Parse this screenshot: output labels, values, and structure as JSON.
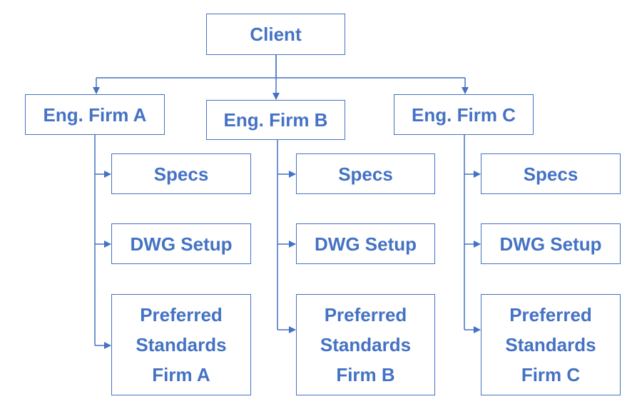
{
  "diagram": {
    "accent_color": "#4472C4",
    "client": {
      "label": "Client"
    },
    "firms": [
      {
        "label": "Eng. Firm A",
        "specs": "Specs",
        "dwg_setup": "DWG Setup",
        "standards": [
          "Preferred",
          "Standards",
          "Firm A"
        ]
      },
      {
        "label": "Eng. Firm B",
        "specs": "Specs",
        "dwg_setup": "DWG Setup",
        "standards": [
          "Preferred",
          "Standards",
          "Firm B"
        ]
      },
      {
        "label": "Eng. Firm C",
        "specs": "Specs",
        "dwg_setup": "DWG Setup",
        "standards": [
          "Preferred",
          "Standards",
          "Firm C"
        ]
      }
    ]
  }
}
